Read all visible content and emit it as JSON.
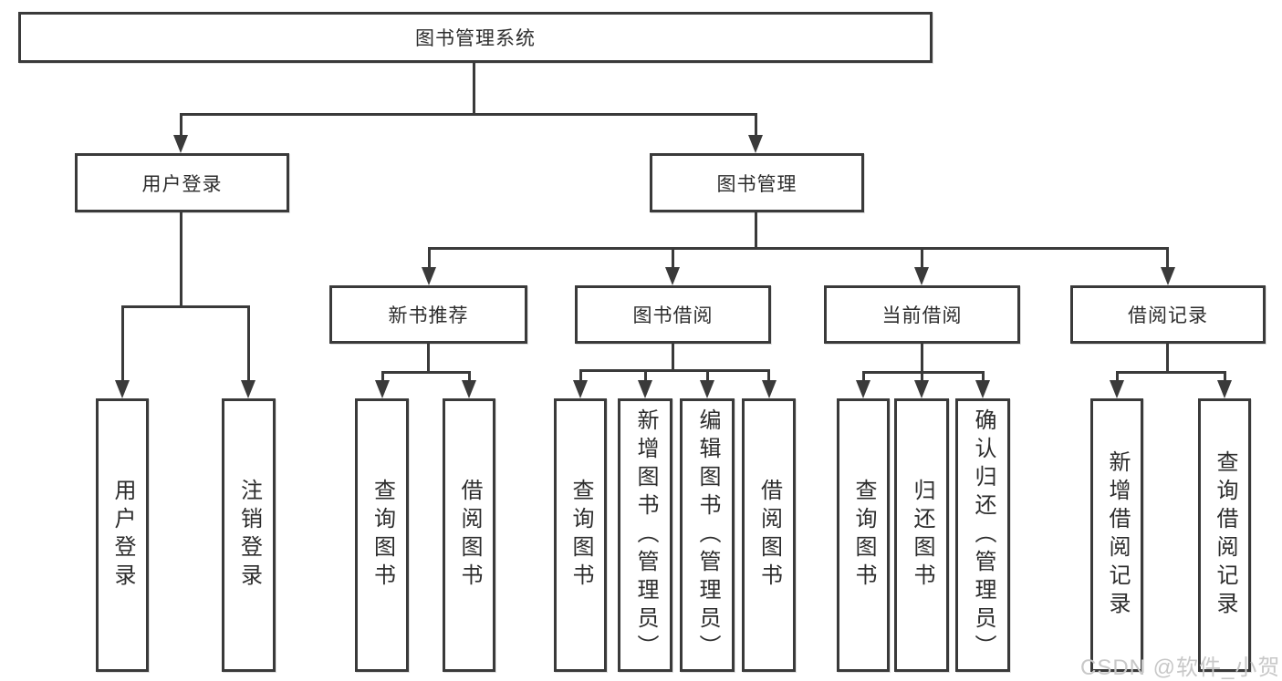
{
  "diagram": {
    "title": "图书管理系统",
    "root": {
      "label": "图书管理系统"
    },
    "level2": {
      "user_login": {
        "label": "用户登录"
      },
      "book_mgmt": {
        "label": "图书管理"
      }
    },
    "level3": {
      "new_books": {
        "label": "新书推荐"
      },
      "book_borrow": {
        "label": "图书借阅"
      },
      "current_borrow": {
        "label": "当前借阅"
      },
      "borrow_records": {
        "label": "借阅记录"
      }
    },
    "leaves": {
      "user_login_leaf": "用户登录",
      "logout": "注销登录",
      "nb_query": "查询图书",
      "nb_borrow": "借阅图书",
      "bb_query": "查询图书",
      "bb_add": "新增图书（管理员）",
      "bb_edit": "编辑图书（管理员）",
      "bb_borrow": "借阅图书",
      "cb_query": "查询图书",
      "cb_return": "归还图书",
      "cb_confirm": "确认归还（管理员）",
      "br_add": "新增借阅记录",
      "br_query": "查询借阅记录"
    }
  },
  "watermark": {
    "text": "CSDN @软件_小贺同学"
  },
  "colors": {
    "line": "#3a3a3a",
    "text": "#2d2d2d",
    "watermark_text": "#c8c8c8",
    "background": "#ffffff"
  }
}
